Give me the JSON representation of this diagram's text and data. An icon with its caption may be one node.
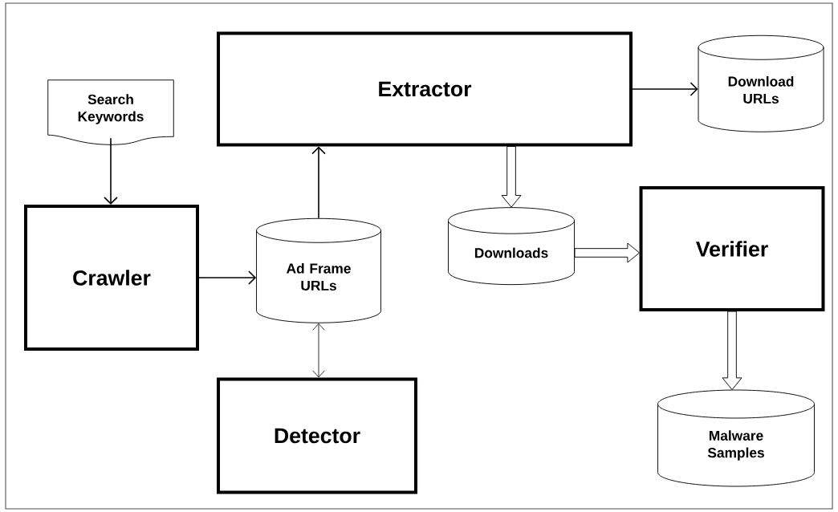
{
  "diagram": {
    "nodes": [
      {
        "text": [
          "Search Keywords"
        ]
      },
      {
        "text": [
          "Extractor"
        ]
      },
      {
        "text": [
          "Download URLs"
        ]
      },
      {
        "text": [
          "Crawler"
        ]
      },
      {
        "text": [
          "Ad Frame URLs"
        ]
      },
      {
        "text": [
          "Downloads"
        ]
      },
      {
        "text": [
          "Verifier"
        ]
      },
      {
        "text": [
          "Detector"
        ]
      },
      {
        "text": [
          "Malware Samples"
        ]
      }
    ],
    "edges": [
      {
        "from": 0,
        "to": 3,
        "arrow": "to"
      },
      {
        "from": 3,
        "to": 4,
        "arrow": "to"
      },
      {
        "from": 4,
        "to": 1,
        "arrow": "to"
      },
      {
        "from": 1,
        "to": 2,
        "arrow": "to"
      },
      {
        "from": 4,
        "to": 7,
        "arrow": "both"
      },
      {
        "from": 1,
        "to": 5,
        "arrow": "to",
        "style": "thick"
      },
      {
        "from": 5,
        "to": 6,
        "arrow": "to",
        "style": "thick"
      },
      {
        "from": 6,
        "to": 8,
        "arrow": "to",
        "style": "thick"
      }
    ]
  }
}
